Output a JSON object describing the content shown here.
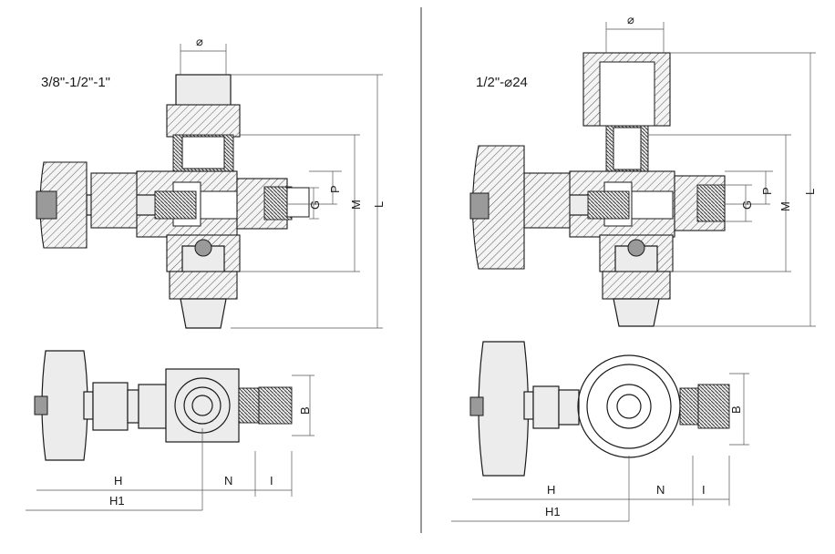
{
  "left_view": {
    "size_label": "3/8\"-1/2\"-1\"",
    "dims": {
      "diameter": "⌀",
      "P": "P",
      "G": "G",
      "M": "M",
      "L": "L",
      "B": "B",
      "H": "H",
      "H1": "H1",
      "N": "N",
      "I": "I"
    }
  },
  "right_view": {
    "size_label": "1/2\"-⌀24",
    "dims": {
      "diameter": "⌀",
      "P": "P",
      "G": "G",
      "M": "M",
      "L": "L",
      "B": "B",
      "H": "H",
      "H1": "H1",
      "N": "N",
      "I": "I"
    }
  }
}
